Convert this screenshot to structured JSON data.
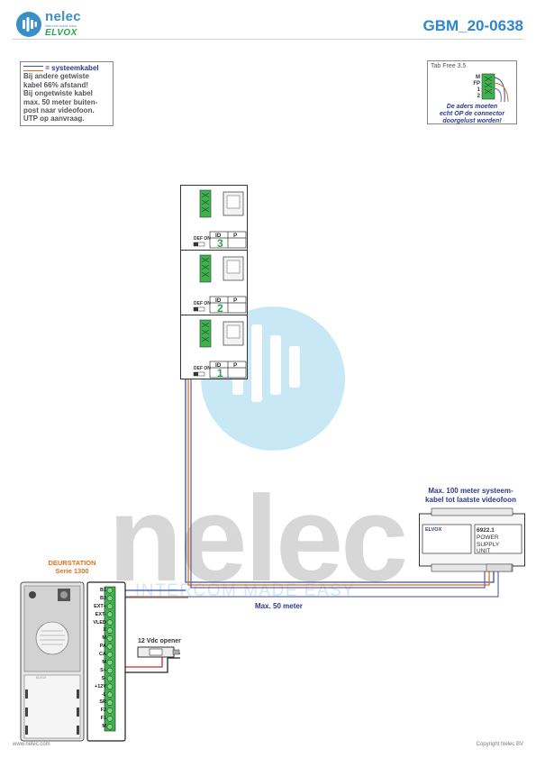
{
  "header": {
    "brand_name": "nelec",
    "brand_tagline": "intercom made easy",
    "partner_logo": "ELVOX",
    "document_code": "GBM_20-0638"
  },
  "legend_note": {
    "legend_label": "= systeemkabel",
    "lines": [
      "Bij andere getwiste",
      "kabel 66% afstand!",
      "Bij ongetwiste kabel",
      "max. 50 meter buiten-",
      "post naar videofoon.",
      "UTP op aanvraag."
    ]
  },
  "tab_box": {
    "title": "Tab Free 3.5",
    "pins": [
      "M",
      "FP",
      "1",
      "2"
    ],
    "note_lines": [
      "De aders moeten",
      "echt OP de connector",
      "doorgelust worden!"
    ]
  },
  "monitors": [
    {
      "def_label": "DEF ON",
      "id_label": "ID",
      "p_label": "P",
      "id_value": "3"
    },
    {
      "def_label": "DEF ON",
      "id_label": "ID",
      "p_label": "P",
      "id_value": "2"
    },
    {
      "def_label": "DEF ON",
      "id_label": "ID",
      "p_label": "P",
      "id_value": "1"
    }
  ],
  "power_supply": {
    "title_lines": [
      "Max. 100 meter systeem-",
      "kabel tot laatste videofoon"
    ],
    "brand": "ELVOX",
    "model": "6922.1",
    "label_lines": [
      "POWER",
      "SUPPLY",
      "UNIT"
    ]
  },
  "door_station": {
    "title_lines": [
      "DEURSTATION",
      "Serie 1300"
    ],
    "panel_brand": "ELVOX",
    "terminals": [
      "B1",
      "B2",
      "EXT+",
      "EXT-",
      "VLED",
      "X",
      "M",
      "PA",
      "CA",
      "M",
      "S+",
      "S-",
      "+12V",
      "-L",
      "SR",
      "F2",
      "F1",
      "M"
    ]
  },
  "opener": {
    "label": "12 Vdc opener"
  },
  "cable": {
    "distance_label": "Max. 50 meter"
  },
  "watermark": {
    "text": "nelec",
    "subtext": "INTERCOM MADE EASY"
  },
  "footer": {
    "left": "www.nelec.com",
    "right": "Copyright Nelec BV"
  },
  "colors": {
    "accent_blue": "#2f86c8",
    "brand_green": "#2aa34a",
    "cable_blue": "#3b4ea8",
    "cable_orange": "#c8772a",
    "terminal_green": "#3cb44b"
  }
}
